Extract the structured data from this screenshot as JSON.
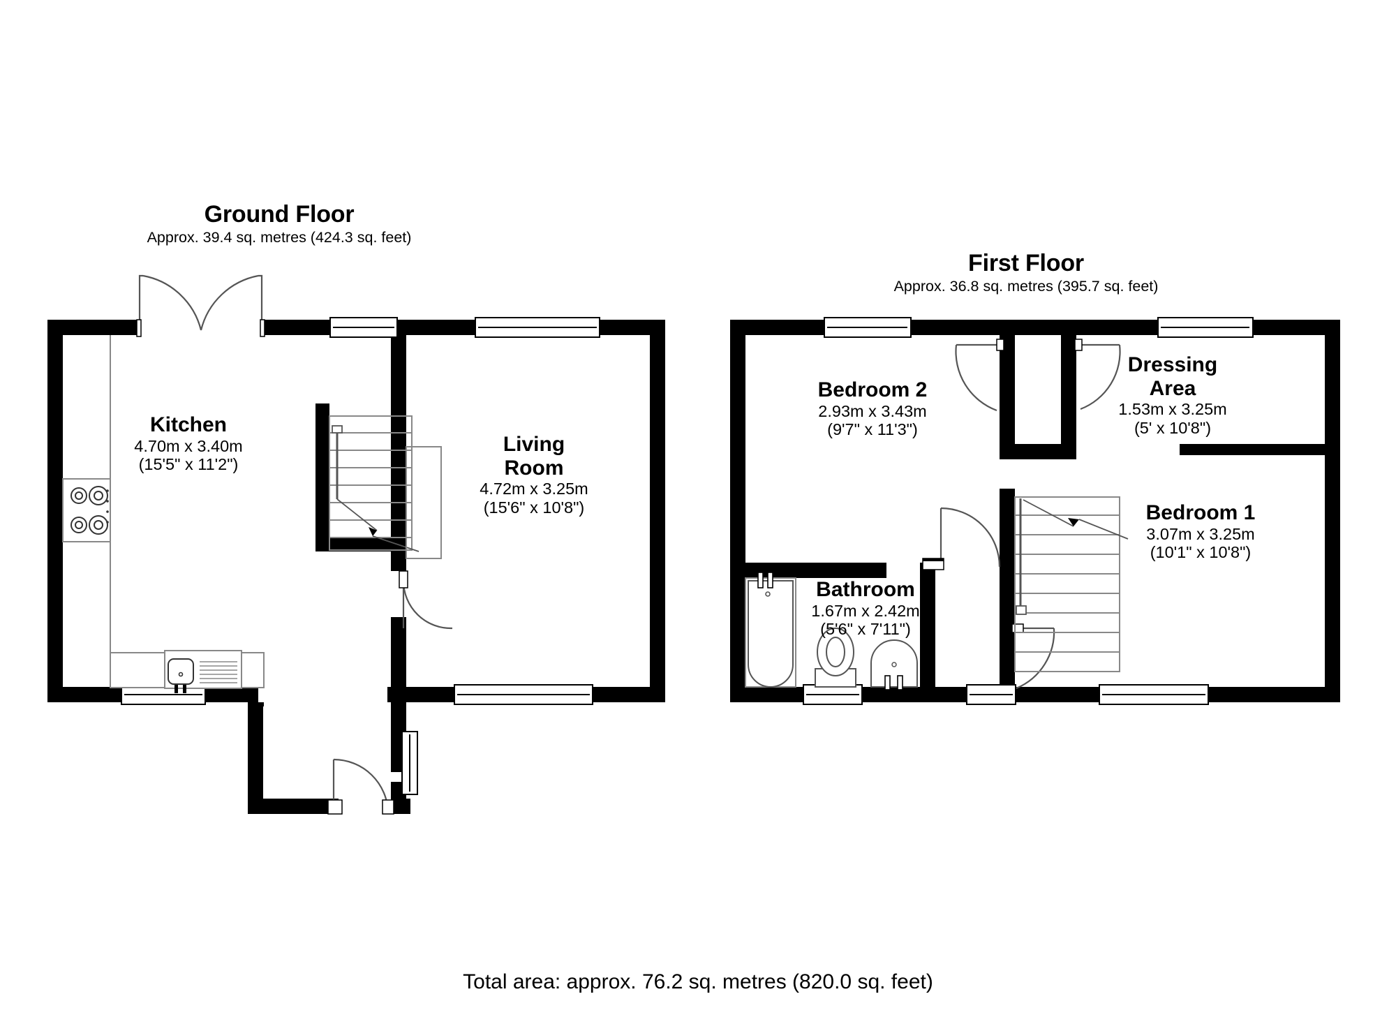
{
  "document": {
    "type": "floor-plan",
    "total_area_text": "Total area: approx. 76.2 sq. metres (820.0 sq. feet)"
  },
  "floors": [
    {
      "id": "ground-floor",
      "title": "Ground Floor",
      "area_text": "Approx. 39.4 sq. metres (424.3 sq. feet)",
      "area_sqm": "39.4",
      "area_sqft": "424.3",
      "rooms": [
        {
          "id": "kitchen",
          "name": "Kitchen",
          "dim_metric": "4.70m x 3.40m",
          "dim_imperial": "(15'5\" x 11'2\")"
        },
        {
          "id": "living-room",
          "name_line1": "Living",
          "name_line2": "Room",
          "dim_metric": "4.72m x 3.25m",
          "dim_imperial": "(15'6\" x 10'8\")"
        }
      ],
      "fixtures": [
        "hob-icon",
        "sink-icon",
        "counter-icon",
        "staircase-icon",
        "double-door-icon",
        "door-icon",
        "window-icon"
      ]
    },
    {
      "id": "first-floor",
      "title": "First Floor",
      "area_text": "Approx. 36.8 sq. metres (395.7 sq. feet)",
      "area_sqm": "36.8",
      "area_sqft": "395.7",
      "rooms": [
        {
          "id": "bedroom-2",
          "name": "Bedroom 2",
          "dim_metric": "2.93m x 3.43m",
          "dim_imperial": "(9'7\" x 11'3\")"
        },
        {
          "id": "dressing-area",
          "name_line1": "Dressing",
          "name_line2": "Area",
          "dim_metric": "1.53m x 3.25m",
          "dim_imperial": "(5' x 10'8\")"
        },
        {
          "id": "bedroom-1",
          "name": "Bedroom 1",
          "dim_metric": "3.07m x 3.25m",
          "dim_imperial": "(10'1\" x 10'8\")"
        },
        {
          "id": "bathroom",
          "name": "Bathroom",
          "dim_metric": "1.67m x 2.42m",
          "dim_imperial": "(5'6\" x 7'11\")"
        }
      ],
      "fixtures": [
        "bathtub-icon",
        "toilet-icon",
        "washbasin-icon",
        "staircase-icon",
        "door-icon",
        "window-icon"
      ]
    }
  ],
  "colors": {
    "wall": "#000000",
    "background": "#ffffff",
    "fixture_outline": "#555555",
    "door_swing": "#555555",
    "text": "#000000"
  }
}
